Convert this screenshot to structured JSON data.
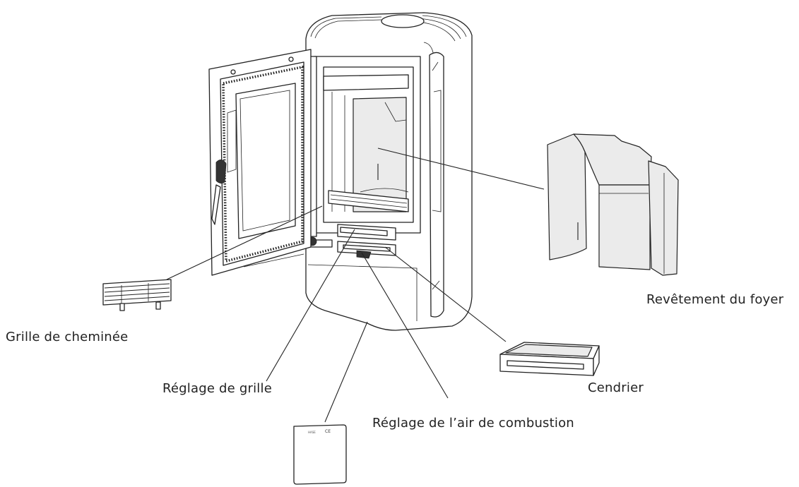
{
  "labels": {
    "grille_cheminee": "Grille de cheminée",
    "reglage_grille": "Réglage de grille",
    "reglage_air": "Réglage de l’air de combustion",
    "cendrier": "Cendrier",
    "revetement_foyer": "Revêtement du foyer"
  },
  "plate": {
    "brand": "HASE",
    "marks": "CE"
  },
  "colors": {
    "line": "#222222",
    "fill_light": "#ebebeb",
    "background": "#ffffff"
  }
}
